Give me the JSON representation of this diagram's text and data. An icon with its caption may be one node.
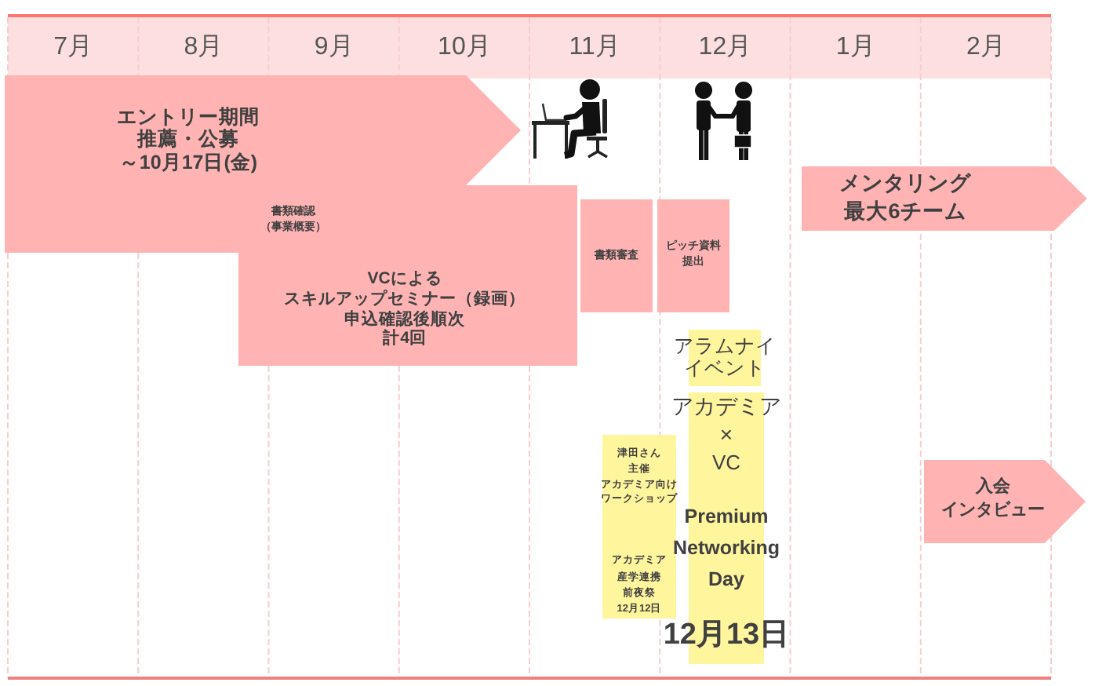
{
  "diagram": {
    "nodes": [
      {
        "text": [
          "エントリー期間",
          "推薦・公募",
          "～10月17日(金)"
        ]
      },
      {
        "text": [
          "書類確認",
          "（事業概要）"
        ]
      },
      {
        "text": [
          "VCによる",
          "スキルアップセミナー（録画）",
          "申込確認後順次",
          "計4回"
        ]
      },
      {
        "text": [
          "書類審査"
        ]
      },
      {
        "text": [
          "ピッチ資料",
          "提出"
        ]
      },
      {
        "text": [
          "メンタリング",
          "最大6チーム"
        ]
      },
      {
        "text": [
          "アラムナイ",
          "イベント"
        ]
      },
      {
        "text": [
          "アカデミア",
          "×",
          "VC",
          "Premium Networking Day",
          "12月13日"
        ]
      },
      {
        "text": [
          "津田さん",
          "主催",
          "アカデミア向け",
          "ワークショップ"
        ]
      },
      {
        "text": [
          "アカデミア",
          "産学連携",
          "前夜祭",
          "12月12日"
        ]
      },
      {
        "text": [
          "入会",
          "インタビュー"
        ]
      }
    ],
    "labels": [
      "7月",
      "8月",
      "9月",
      "10月",
      "11月",
      "12月",
      "1月",
      "2月"
    ]
  }
}
